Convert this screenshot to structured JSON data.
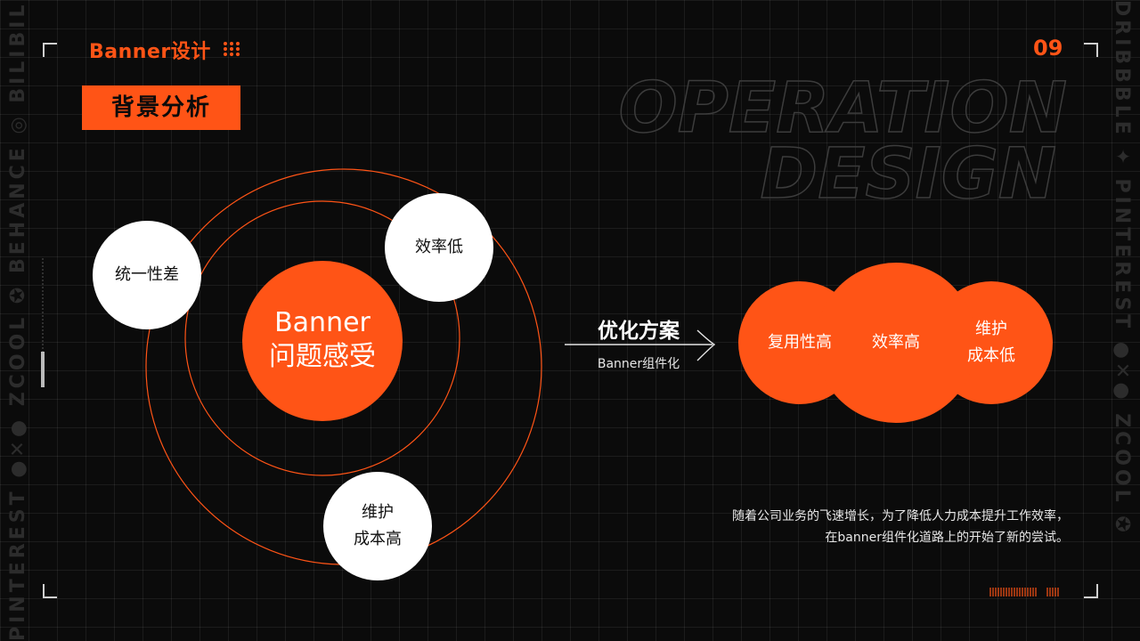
{
  "header": {
    "brand_title": "Banner设计",
    "page_number": "09",
    "section_tag": "背景分析"
  },
  "watermark": {
    "line1": "OPERATION",
    "line2": "DESIGN"
  },
  "side_labels": {
    "left": "PINTEREST ●✕● ZCOOL ✪ BEHANCE ◎ BILIBILI",
    "right": "DRIBBBLE ✦ PINTEREST ●✕● ZCOOL ✪"
  },
  "problem_diagram": {
    "center": {
      "line1": "Banner",
      "line2": "问题感受"
    },
    "bubbles": [
      {
        "text": "统一性差"
      },
      {
        "text": "效率低"
      },
      {
        "line1": "维护",
        "line2": "成本高"
      }
    ]
  },
  "solution": {
    "title": "优化方案",
    "subtitle": "Banner组件化"
  },
  "benefits": [
    {
      "text": "复用性高"
    },
    {
      "text": "效率高"
    },
    {
      "line1": "维护",
      "line2": "成本低"
    }
  ],
  "description": {
    "line1": "随着公司业务的飞速增长，为了降低人力成本提升工作效率，",
    "line2": "在banner组件化道路上的开始了新的尝试。"
  },
  "colors": {
    "accent": "#ff5416",
    "background": "#0b0b0b",
    "bubble": "#ffffff"
  }
}
